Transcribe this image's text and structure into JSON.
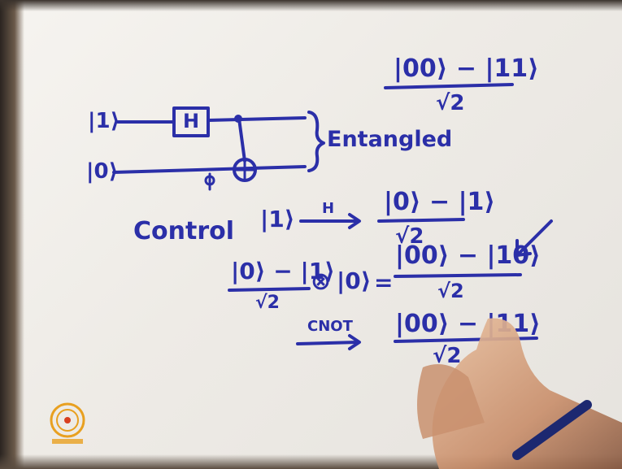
{
  "board": {
    "top_state_numerator": "|00⟩ − |11⟩",
    "top_state_denominator": "√2",
    "circuit": {
      "input_top": "|1⟩",
      "input_bottom": "|0⟩",
      "gate_h": "H",
      "brace_label": "Entangled"
    },
    "control_label": "Control",
    "control_ket": "|1⟩",
    "control_arrow_label": "H",
    "control_result_numerator": "|0⟩ − |1⟩",
    "control_result_denominator": "√2",
    "tensor_left_numerator": "|0⟩ − |1⟩",
    "tensor_left_denominator": "√2",
    "tensor_op": "⊗",
    "tensor_right_ket": "|0⟩",
    "tensor_equals": "=",
    "tensor_result_numerator": "|00⟩ − |10⟩",
    "tensor_result_denominator": "√2",
    "cnot_label": "CNOT",
    "cnot_result_numerator": "|00⟩ − |11⟩",
    "cnot_result_denominator": "√2"
  },
  "logo_icon": "institute-logo-icon",
  "colors": {
    "ink": "#2b2fa8",
    "paper": "#f0ede8",
    "logo": "#e8a020"
  }
}
